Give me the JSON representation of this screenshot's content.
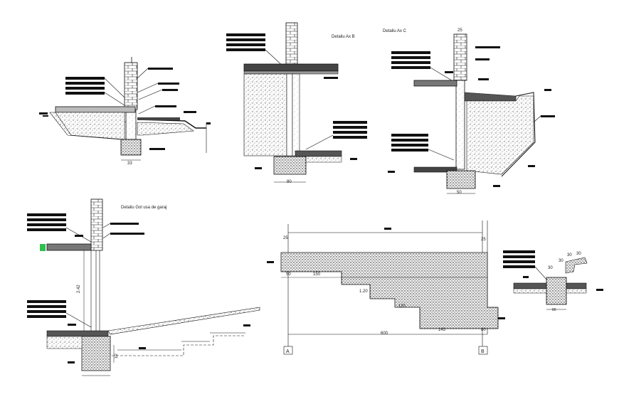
{
  "titles": {
    "detail_b": "Detaliu Ax   B",
    "detail_c": "Detaliu Ax   C",
    "detail_garage": "Detaliu Gol usa de garaj"
  },
  "dims": {
    "d1_bottom": "33",
    "d2_bottom": "80",
    "d3_top": "25",
    "d3_bottom": "50",
    "d4_vertical": "2.42",
    "d4_small": "1/2",
    "stair_left_top": "25",
    "stair_right_top": "25",
    "stair_50": "50",
    "stair_150": "150",
    "stair_120a": "1.20",
    "stair_120b": "120",
    "stair_145": "145",
    "stair_80": "80",
    "stair_600": "600",
    "small_30a": "30",
    "small_30b": "30",
    "small_30c": "30",
    "small_30d": "30",
    "small_bottom": "80"
  },
  "axes": {
    "left": "A",
    "right": "B"
  }
}
